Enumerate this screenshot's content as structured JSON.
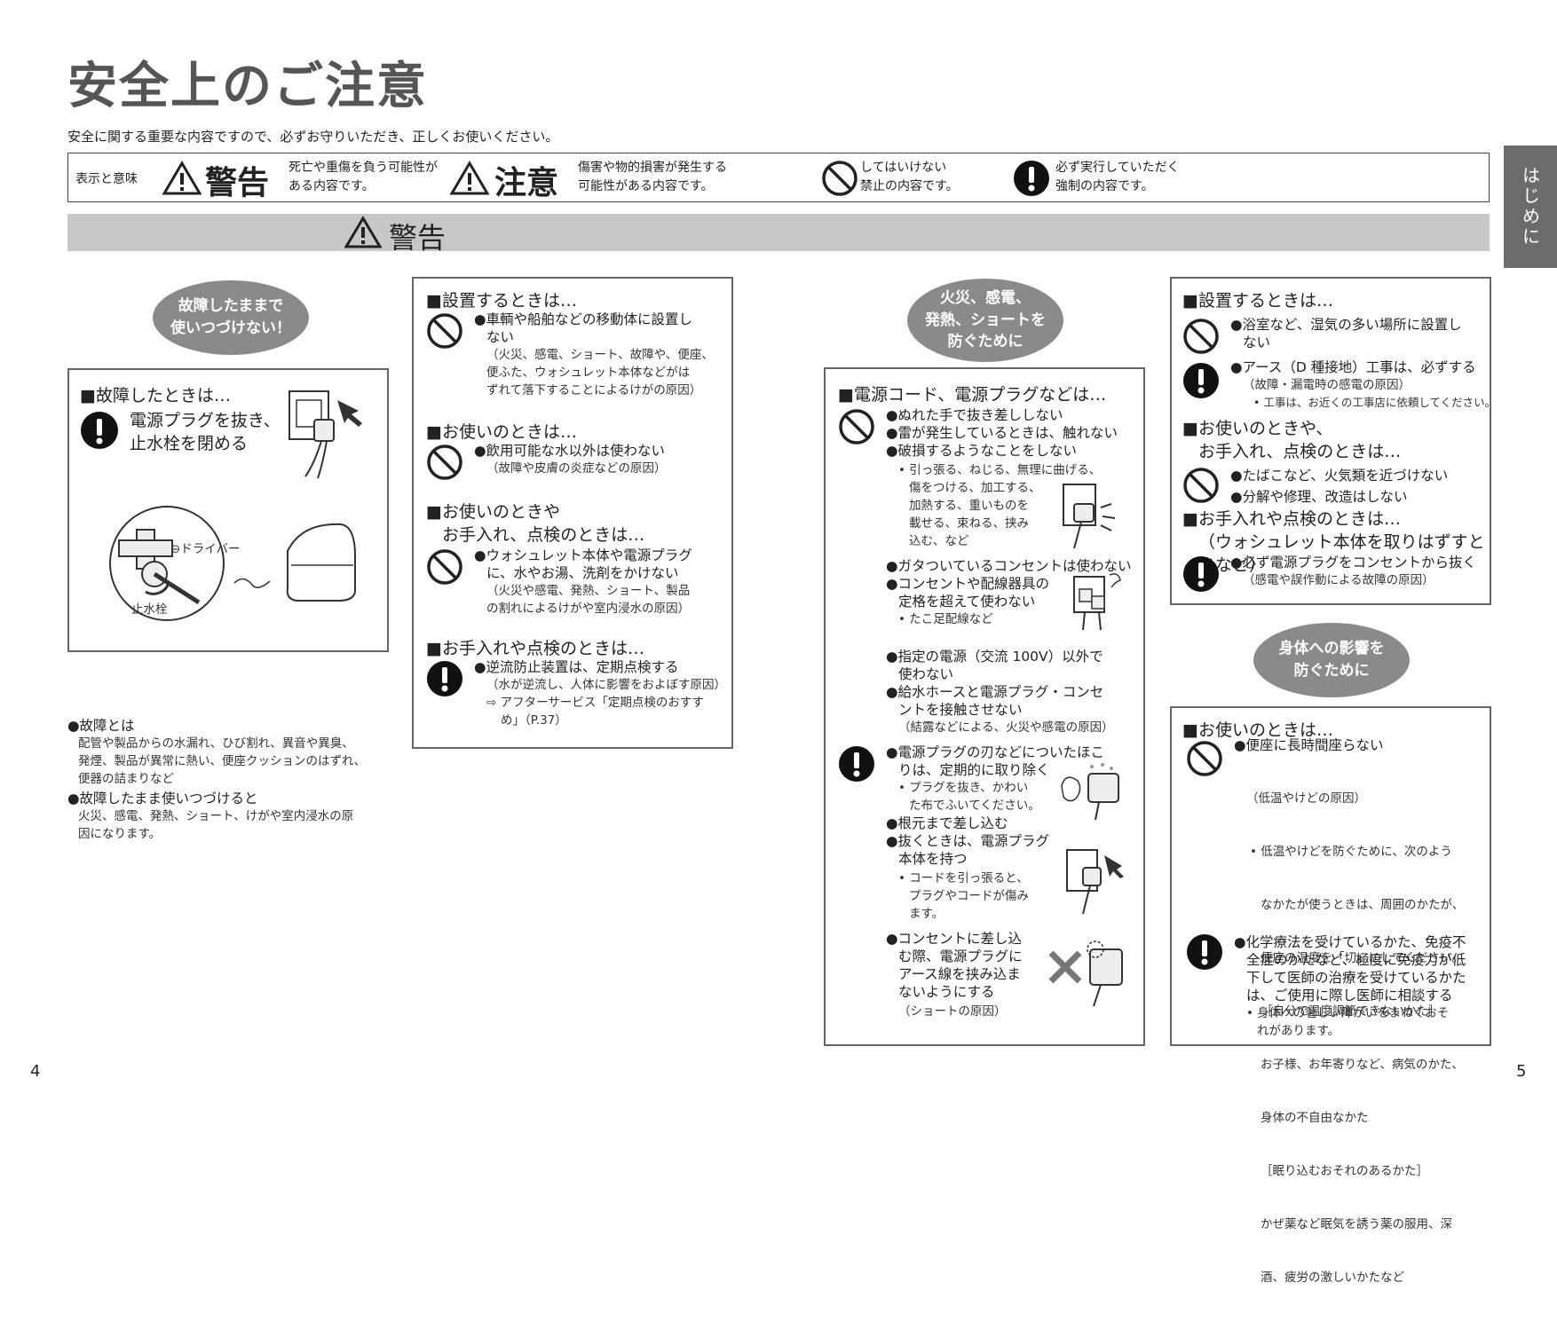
{
  "title": "安全上のご注意",
  "intro": "安全に関する重要な内容ですので、必ずお守りいただき、正しくお使いください。",
  "legend": {
    "label": "表示と意味",
    "warn_word": "警告",
    "warn_desc": [
      "死亡や重傷を負う可能性が",
      "ある内容です。"
    ],
    "caution_word": "注意",
    "caution_desc": [
      "傷害や物的損害が発生する",
      "可能性がある内容です。"
    ],
    "prohibit_desc": [
      "してはいけない",
      "禁止の内容です。"
    ],
    "mandatory_desc": [
      "必ず実行していただく",
      "強制の内容です。"
    ]
  },
  "warning_bar": "警告",
  "side_tab": "はじめに",
  "col1": {
    "oval": [
      "故障したままで",
      "使いつづけない！"
    ],
    "box_head": "■故障したときは…",
    "mandatory": [
      "電源プラグを抜き、",
      "止水栓を閉める"
    ],
    "fig_driver": "⊖ドライバー",
    "fig_valve": "止水栓",
    "notes": [
      "●故障とは",
      "配管や製品からの水漏れ、ひび割れ、異音や異臭、",
      "発煙、製品が異常に熱い、便座クッションのはずれ、",
      "便器の詰まりなど",
      "●故障したまま使いつづけると",
      "火災、感電、発熱、ショート、けがや室内浸水の原",
      "因になります。"
    ]
  },
  "col2": {
    "s1_head": "■設置するときは…",
    "s1_lines": [
      "●車輌や船舶などの移動体に設置し",
      "ない"
    ],
    "s1_small": [
      "（火災、感電、ショート、故障や、便座、",
      "便ふた、ウォシュレット本体などがは",
      "ずれて落下することによるけがの原因）"
    ],
    "s2_head": "■お使いのときは…",
    "s2_lines": [
      "●飲用可能な水以外は使わない"
    ],
    "s2_small": [
      "（故障や皮膚の炎症などの原因）"
    ],
    "s3_head": [
      "■お使いのときや",
      "お手入れ、点検のときは…"
    ],
    "s3_lines": [
      "●ウォシュレット本体や電源プラグ",
      "に、水やお湯、洗剤をかけない"
    ],
    "s3_small": [
      "（火災や感電、発熱、ショート、製品",
      "の割れによるけがや室内浸水の原因）"
    ],
    "s4_head": "■お手入れや点検のときは…",
    "s4_lines": [
      "●逆流防止装置は、定期点検する"
    ],
    "s4_small": [
      "（水が逆流し、人体に影響をおよぼす原因）",
      "⇨ アフターサービス「定期点検のおすす",
      "め」（P.37）"
    ]
  },
  "col3": {
    "oval": [
      "火災、感電、",
      "発熱、ショートを",
      "防ぐために"
    ],
    "box_head": "■電源コード、電源プラグなどは…",
    "p_lines": [
      "●ぬれた手で抜き差ししない",
      "●雷が発生しているときは、触れない",
      "●破損するようなことをしない"
    ],
    "p_small1": [
      "• 引っ張る、ねじる、無理に曲げる、",
      "傷をつける、加工する、",
      "加熱する、重いものを",
      "載せる、束ねる、挟み",
      "込む、など"
    ],
    "p_lines2": [
      "●ガタついているコンセントは使わない",
      "●コンセントや配線器具の",
      "定格を超えて使わない"
    ],
    "p_small2": [
      "• たこ足配線など"
    ],
    "p_lines3": [
      "●指定の電源（交流 100V）以外で",
      "使わない",
      "●給水ホースと電源プラグ・コンセ",
      "ントを接触させない"
    ],
    "p_small3": [
      "（結露などによる、火災や感電の原因）"
    ],
    "m_lines": [
      "●電源プラグの刃などについたほこ",
      "りは、定期的に取り除く"
    ],
    "m_small1": [
      "• プラグを抜き、かわい",
      "た布でふいてください。"
    ],
    "m_lines2": [
      "●根元まで差し込む",
      "●抜くときは、電源プラグ",
      "本体を持つ"
    ],
    "m_small2": [
      "• コードを引っ張ると、",
      "プラグやコードが傷み",
      "ます。"
    ],
    "m_lines3": [
      "●コンセントに差し込",
      "む際、電源プラグに",
      "アース線を挟み込ま",
      "ないようにする"
    ],
    "m_small3": [
      "（ショートの原因）"
    ]
  },
  "col4": {
    "s1_head": "■設置するときは…",
    "s1_p": [
      "●浴室など、湿気の多い場所に設置し",
      "ない"
    ],
    "s1_m": [
      "●アース（D 種接地）工事は、必ずする"
    ],
    "s1_m_small": [
      "（故障・漏電時の感電の原因）",
      "• 工事は、お近くの工事店に依頼してください。"
    ],
    "s2_head": [
      "■お使いのときや、",
      "お手入れ、点検のときは…"
    ],
    "s2_p": [
      "●たばこなど、火気類を近づけない",
      "●分解や修理、改造はしない"
    ],
    "s3_head": [
      "■お手入れや点検のときは…",
      "（ウォシュレット本体を取りはずすときなど）"
    ],
    "s3_m": [
      "●必ず電源プラグをコンセントから抜く"
    ],
    "s3_m_small": [
      "（感電や誤作動による故障の原因）"
    ],
    "oval": [
      "身体への影響を",
      "防ぐために"
    ],
    "s4_head": "■お使いのときは…",
    "s4_p": [
      "●便座に長時間座らない"
    ],
    "s4_p_small": [
      "（低温やけどの原因）",
      "• 低温やけどを防ぐために、次のよう",
      "なかたが使うときは、周囲のかたが、",
      "便座の温度を「切」にしてください。",
      "［自分で温度調節できないかた］",
      "お子様、お年寄りなど、病気のかた、",
      "身体の不自由なかた",
      "［眠り込むおそれのあるかた］",
      "かぜ薬など眠気を誘う薬の服用、深",
      "酒、疲労の激しいかたなど"
    ],
    "s4_m": [
      "●化学療法を受けているかた、免疫不",
      "全症のかたなど、極度に免疫力が低",
      "下して医師の治療を受けているかた",
      "は、ご使用に際し医師に相談する"
    ],
    "s4_m_small": [
      "• 身体への著しい障がいをまねくおそ",
      "れがあります。"
    ]
  },
  "page_left": "4",
  "page_right": "5"
}
